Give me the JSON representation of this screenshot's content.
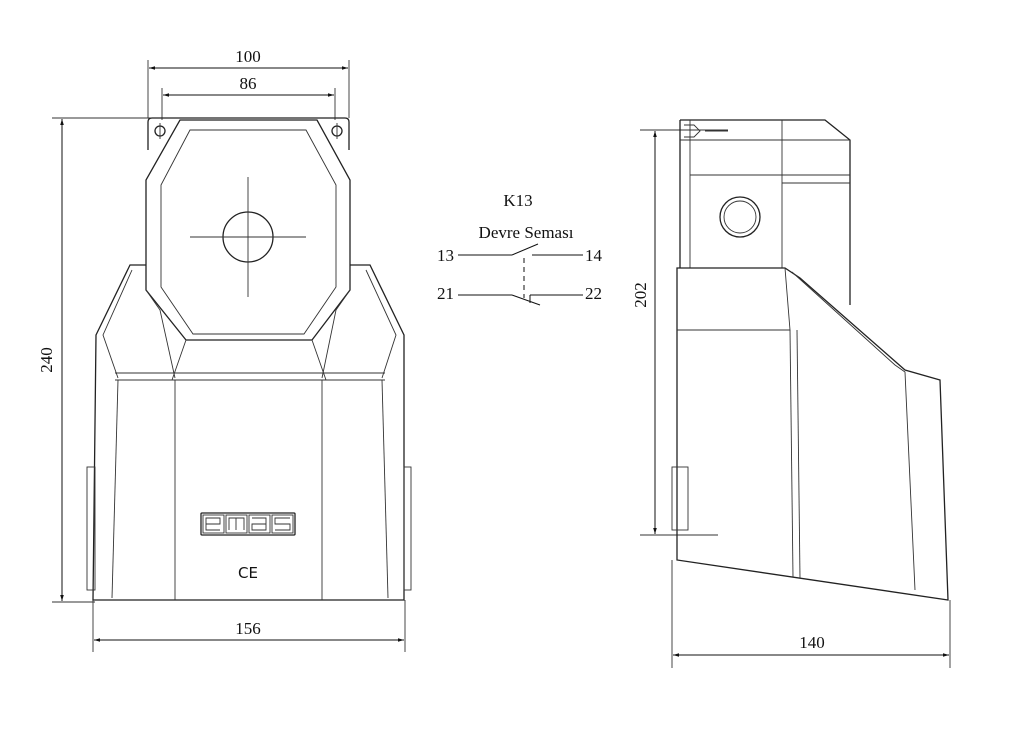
{
  "front_view": {
    "dim_width_top": "100",
    "dim_width_inner": "86",
    "dim_height": "240",
    "dim_width_bottom": "156",
    "logo_text": "emas",
    "mark_text": "CE"
  },
  "circuit": {
    "title": "K13",
    "subtitle": "Devre Seması",
    "terminals": [
      "13",
      "14",
      "21",
      "22"
    ]
  },
  "side_view": {
    "dim_height": "202",
    "dim_depth": "140"
  }
}
